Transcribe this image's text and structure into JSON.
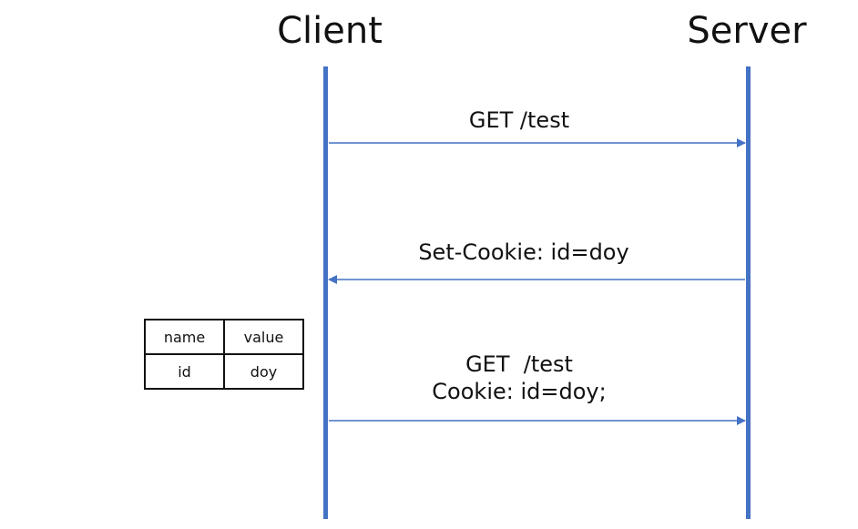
{
  "actors": {
    "client": "Client",
    "server": "Server"
  },
  "messages": [
    {
      "from": "Client",
      "to": "Server",
      "lines": [
        "GET /test"
      ]
    },
    {
      "from": "Server",
      "to": "Client",
      "lines": [
        "Set-Cookie: id=doy"
      ]
    },
    {
      "from": "Client",
      "to": "Server",
      "lines": [
        "GET  /test",
        "Cookie: id=doy;"
      ]
    }
  ],
  "cookie_table": {
    "headers": [
      "name",
      "value"
    ],
    "rows": [
      [
        "id",
        "doy"
      ]
    ]
  },
  "colors": {
    "lifeline": "#4472c4",
    "arrow": "#4472c4",
    "text": "#111111"
  }
}
